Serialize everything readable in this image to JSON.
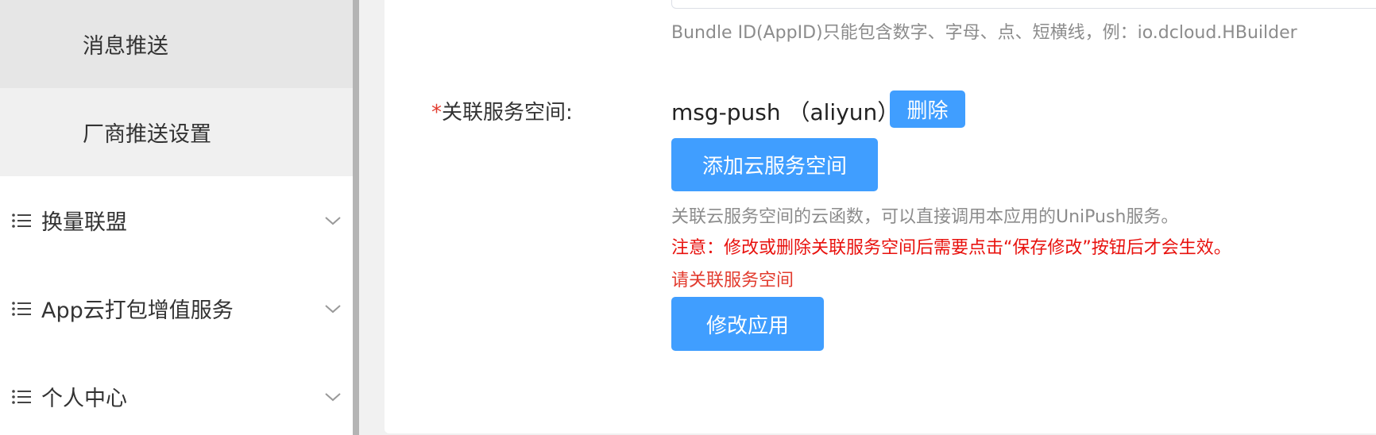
{
  "sidebar": {
    "sub_items": [
      {
        "label": "消息推送"
      },
      {
        "label": "厂商推送设置"
      }
    ],
    "groups": [
      {
        "label": "换量联盟"
      },
      {
        "label": "App云打包增值服务"
      },
      {
        "label": "个人中心"
      }
    ]
  },
  "form": {
    "bundle_hint": "Bundle ID(AppID)只能包含数字、字母、点、短横线，例：io.dcloud.HBuilder",
    "service_space": {
      "required_mark": "*",
      "label": "关联服务空间:",
      "current_value": "msg-push （aliyun）",
      "delete_label": "删除",
      "add_label": "添加云服务空间",
      "hint": "关联云服务空间的云函数，可以直接调用本应用的UniPush服务。",
      "warning": "注意：修改或删除关联服务空间后需要点击“保存修改”按钮后才会生效。",
      "error": "请关联服务空间"
    },
    "submit_label": "修改应用"
  },
  "colors": {
    "primary": "#409eff",
    "warning_red": "#e8110d",
    "error_red": "#e23b2e",
    "sidebar_active": "#e6e6e6"
  }
}
